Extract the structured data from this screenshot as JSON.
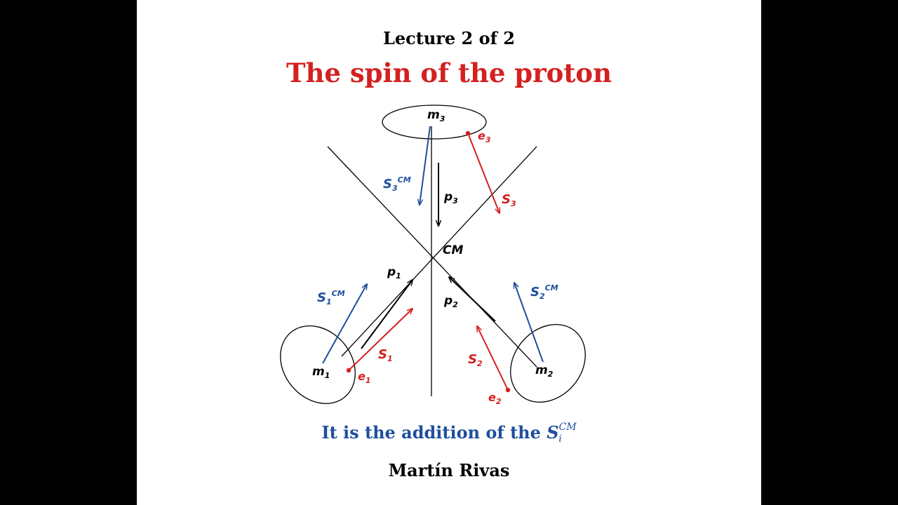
{
  "header": {
    "lecture": "Lecture 2 of 2",
    "title": "The spin of the proton"
  },
  "diagram": {
    "center_label": "CM",
    "masses": [
      {
        "letter": "m",
        "index": "3"
      },
      {
        "letter": "m",
        "index": "1"
      },
      {
        "letter": "m",
        "index": "2"
      }
    ],
    "charges": [
      {
        "letter": "e",
        "index": "3"
      },
      {
        "letter": "e",
        "index": "1"
      },
      {
        "letter": "e",
        "index": "2"
      }
    ],
    "momenta": [
      {
        "letter": "p",
        "index": "3"
      },
      {
        "letter": "p",
        "index": "1"
      },
      {
        "letter": "p",
        "index": "2"
      }
    ],
    "spins": [
      {
        "letter": "S",
        "index": "3"
      },
      {
        "letter": "S",
        "index": "1"
      },
      {
        "letter": "S",
        "index": "2"
      }
    ],
    "spins_cm": [
      {
        "letter": "S",
        "index": "3",
        "sup": "CM"
      },
      {
        "letter": "S",
        "index": "1",
        "sup": "CM"
      },
      {
        "letter": "S",
        "index": "2",
        "sup": "CM"
      }
    ]
  },
  "footer": {
    "statement_prefix": "It is the addition of the",
    "statement_symbol": "S",
    "statement_sub": "i",
    "statement_sup": "CM",
    "author": "Martín Rivas"
  },
  "colors": {
    "title": "#d42020",
    "charge_spin": "#d42020",
    "cm_spin": "#1f4e9e",
    "statement": "#1f4e9e",
    "lines": "#000000",
    "background": "#ffffff",
    "frame": "#000000"
  }
}
